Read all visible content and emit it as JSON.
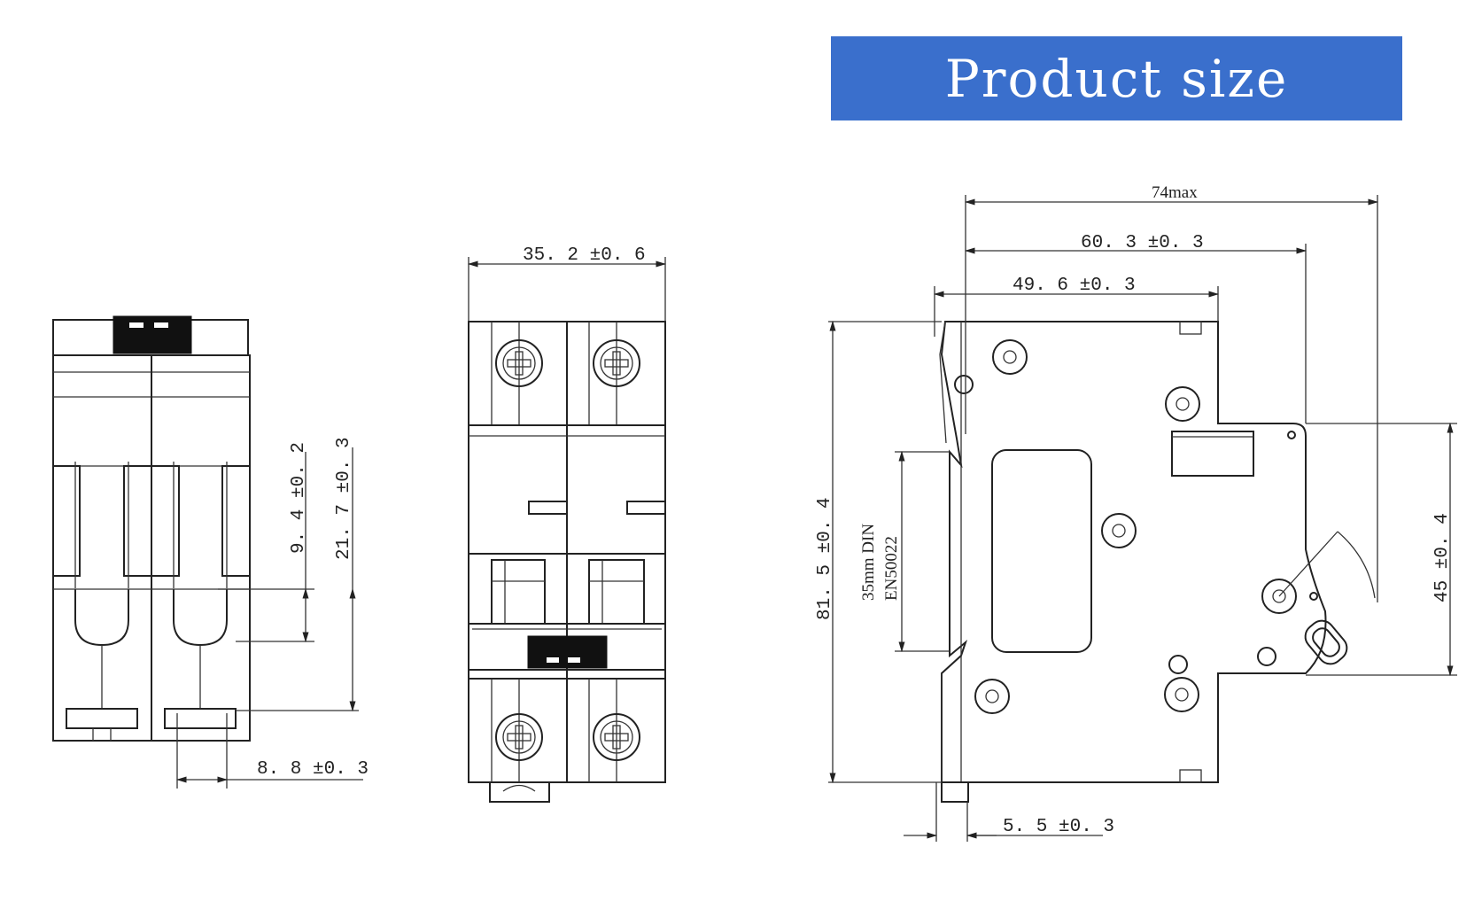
{
  "banner": {
    "title": "Product size"
  },
  "dimensions": {
    "width_max": "74max",
    "width_body": "60. 3  ±0. 3",
    "width_front": "49. 6  ±0. 3",
    "height_total": "81. 5  ±0. 4",
    "height_front": "45  ±0. 4",
    "din_line1": "35mm DIN",
    "din_line2": "EN50022",
    "rail_offset": "5. 5  ±0. 3",
    "module_width": "35. 2  ±0. 6",
    "toggle_height": "9. 4  ±0. 2",
    "toggle_height_2": "21. 7  ±0. 3",
    "toggle_width": "8. 8  ±0. 3"
  },
  "colors": {
    "banner": "#3a6fcc",
    "line": "#222222"
  }
}
